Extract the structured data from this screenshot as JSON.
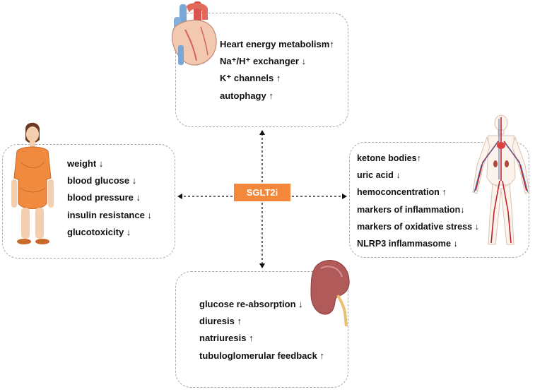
{
  "center": {
    "label": "SGLT2i"
  },
  "heart_box": {
    "lines": [
      "Heart energy metabolism↑",
      "Na⁺/H⁺ exchanger ↓",
      "K⁺ channels ↑",
      "autophagy ↑"
    ]
  },
  "left_box": {
    "lines": [
      "weight ↓",
      "blood glucose ↓",
      "blood pressure ↓",
      "insulin resistance ↓",
      "glucotoxicity ↓"
    ]
  },
  "right_box": {
    "lines": [
      "ketone bodies↑",
      "uric acid ↓",
      "hemoconcentration ↑",
      "markers of inflammation↓",
      "markers of oxidative stress ↓",
      "NLRP3 inflammasome ↓"
    ]
  },
  "bottom_box": {
    "lines": [
      "glucose re-absorption ↓",
      "diuresis ↑",
      "natriuresis ↑",
      "tubuloglomerular feedback ↑"
    ]
  },
  "illustrations": [
    "heart-icon",
    "obese-person-icon",
    "vascular-system-icon",
    "kidney-icon"
  ],
  "colors": {
    "accent": "#f4883a",
    "dashed_border": "#a8a8a8",
    "text": "#111111"
  }
}
